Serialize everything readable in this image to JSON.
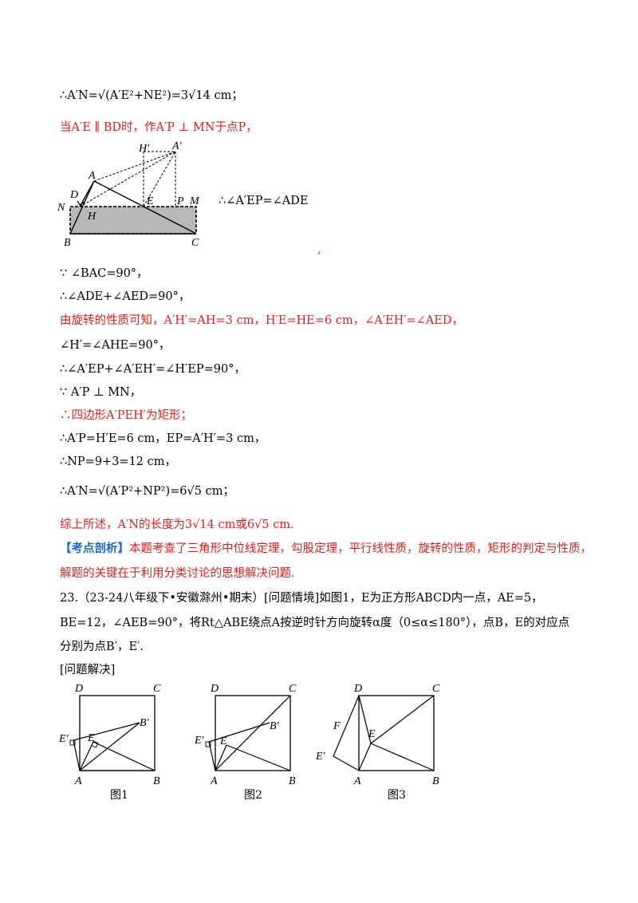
{
  "lines": {
    "l1": "∴A′N=√(A′E²+NE²)=3√14 cm；",
    "l2": "当A′E ∥ BD时，作A′P ⊥ MN于点P，",
    "l2_angle": "∴∠A′EP=∠ADE",
    "l2_comma": ",",
    "l3": "∵ ∠BAC=90°，",
    "l4": "∴∠ADE+∠AED=90°，",
    "l5": "由旋转的性质可知，A′H′=AH=3 cm，H′E=HE=6 cm，∠A′EH′=∠AED，",
    "l6": "∠H′=∠AHE=90°，",
    "l7": "∴∠A′EP+∠A′EH′=∠H′EP=90°，",
    "l8": "∵ A′P ⊥ MN，",
    "l9": "∴四边形A′PEH′为矩形；",
    "l10": "∴A′P=H′E=6 cm，EP=A′H′=3 cm，",
    "l11": "∴NP=9+3=12 cm，",
    "l12": "∴A′N=√(A′P²+NP²)=6√5 cm；",
    "l13": "综上所述，A′N的长度为3√14 cm或6√5 cm.",
    "l14_tag": "【考点剖析】",
    "l14": "本题考查了三角形中位线定理，勾股定理，平行线性质，旋转的性质，矩形的判定与性质，",
    "l15": "解题的关键在于利用分类讨论的思想解决问题.",
    "l16": "23.（23-24八年级下•安徽滁州•期末）[问题情境]如图1，E为正方形ABCD内一点，AE=5，",
    "l17": "BE=12，∠AEB=90°，将Rt△ABE绕点A按逆时针方向旋转α度（0≤α≤180°），点B，E的对应点",
    "l18": "分别为点B′，E′.",
    "l19": "[问题解决]"
  },
  "figure_top": {
    "H_prime": "H′",
    "A_prime": "A′",
    "A": "A",
    "D": "D",
    "N": "N",
    "H": "H",
    "E": "E",
    "P": "P",
    "M": "M",
    "B": "B",
    "C": "C"
  },
  "figures_bottom": {
    "fig1_caption": "图1",
    "fig2_caption": "图2",
    "fig3_caption": "图3",
    "A": "A",
    "B": "B",
    "C": "C",
    "D": "D",
    "E": "E",
    "E_prime": "E′",
    "B_prime": "B′",
    "F": "F"
  }
}
